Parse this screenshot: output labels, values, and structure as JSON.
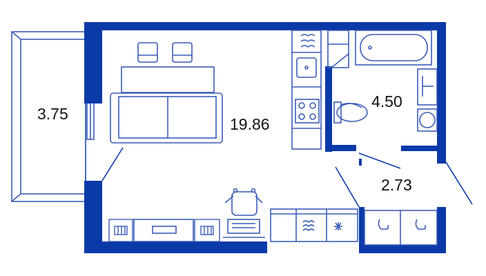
{
  "colors": {
    "wall": "#0a3aa8",
    "furniture": "#3a5bb8",
    "text": "#111111",
    "background": "#ffffff"
  },
  "rooms": {
    "balcony": {
      "area": "3.75"
    },
    "living_room": {
      "area": "19.86"
    },
    "bathroom": {
      "area": "4.50"
    },
    "hallway": {
      "area": "2.73"
    }
  },
  "icons": [
    "sofa-icon",
    "chair-icon",
    "table-icon",
    "sink-icon",
    "stove-icon",
    "bathtub-icon",
    "toilet-icon",
    "washing-machine-icon",
    "desk-chair-icon",
    "wardrobe-icon",
    "washbasin-icon",
    "radiator-icon"
  ]
}
